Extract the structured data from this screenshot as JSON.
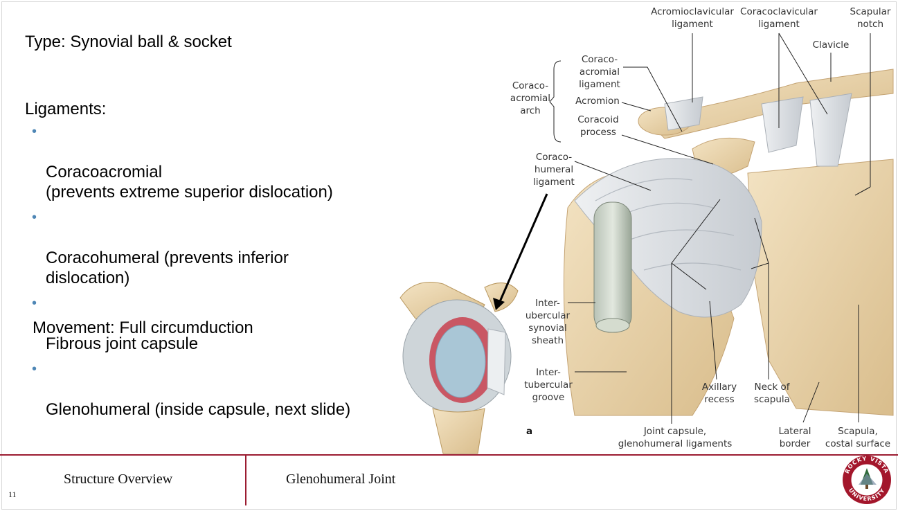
{
  "slide": {
    "type_line": "Type: Synovial ball & socket",
    "ligaments_heading": "Ligaments:",
    "bullets": [
      "Coracoacromial\n(prevents extreme superior dislocation)",
      "Coracohumeral (prevents inferior\ndislocation)",
      "Fibrous joint capsule",
      "Glenohumeral (inside capsule, next slide)"
    ],
    "movement_line": "Movement: Full circumduction"
  },
  "figure": {
    "labels": {
      "acromioclavicular": "Acromioclavicular\nligament",
      "coracoclavicular": "Coracoclavicular\nligament",
      "scapular_notch": "Scapular\nnotch",
      "clavicle": "Clavicle",
      "coraco_acromial_ligament": "Coraco-\nacromial\nligament",
      "coraco_acromial_arch": "Coraco-\nacromial\narch",
      "acromion": "Acromion",
      "coracoid_process": "Coracoid\nprocess",
      "coracohumeral": "Coraco-\nhumeral\nligament",
      "intertubercular_sheath": "Inter-\nubercular\nsynovial\nsheath",
      "intertubercular_groove": "Inter-\ntubercular\ngroove",
      "axillary_recess": "Axillary\nrecess",
      "neck_of_scapula": "Neck of\nscapula",
      "joint_capsule": "Joint capsule,\nglenohumeral ligaments",
      "lateral_border": "Lateral\nborder",
      "costal_surface": "Scapula,\ncostal surface",
      "panel_letter": "a"
    },
    "colors": {
      "bone": "#e8d3ad",
      "ligament": "#d9dde2",
      "cartilage": "#a9c6d6",
      "synovial": "#c8414f"
    }
  },
  "footer": {
    "section": "Structure  Overview",
    "topic": "Glenohumeral Joint",
    "page_number": "11",
    "logo_text_top": "ROCKY VISTA",
    "logo_text_bottom": "UNIVERSITY"
  }
}
